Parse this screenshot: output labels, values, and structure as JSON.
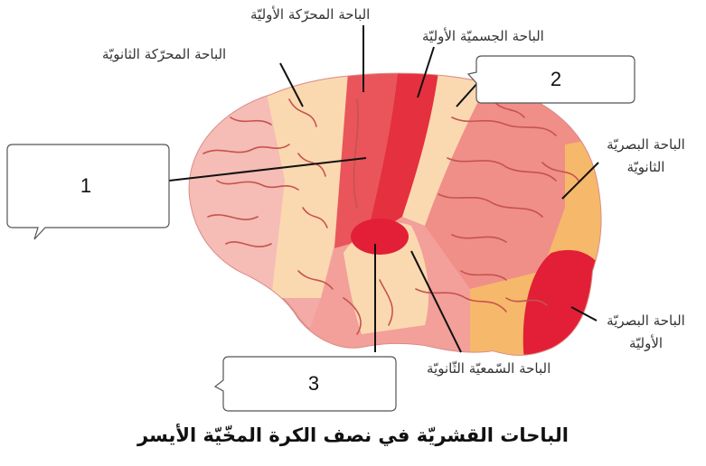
{
  "labels": {
    "primary_motor": "الباحة المحرّكة الأوليّة",
    "secondary_motor": "الباحة المحرّكة الثانويّة",
    "primary_somatosensory": "الباحة الجسميّة الأوليّة",
    "secondary_visual_line1": "الباحة البصريّة",
    "secondary_visual_line2": "الثانويّة",
    "primary_visual_line1": "الباحة البصريّة",
    "primary_visual_line2": "الأوليّة",
    "secondary_auditory": "الباحة السّمعيّة الثّانويّة"
  },
  "callouts": {
    "box1": "1",
    "box2": "2",
    "box3": "3"
  },
  "caption": "الباحات القشريّة في نصف الكرة المخّيّة الأيسر",
  "colors": {
    "brain_pink": "#f4aaa6",
    "light_pink": "#f8c6bf",
    "cream": "#fbd9b0",
    "motor_red": "#e9555a",
    "deep_red": "#e21f36",
    "orange": "#f6b86a",
    "vein": "#c6534f"
  }
}
